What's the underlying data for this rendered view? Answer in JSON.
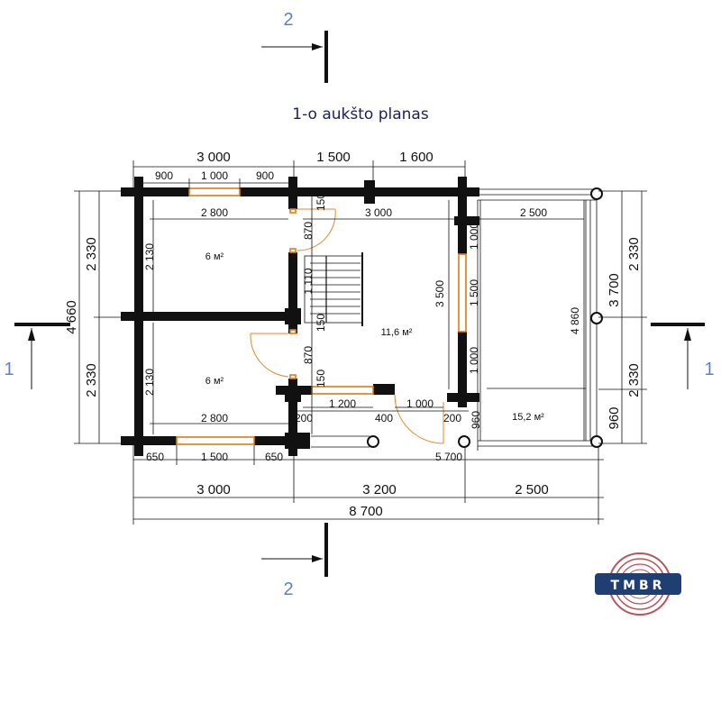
{
  "plan_title": "1-o aukšto planas",
  "section_marks": {
    "top": "2",
    "bottom": "2",
    "left": "1",
    "right": "1"
  },
  "rooms": [
    {
      "area": "6 м²"
    },
    {
      "area": "6 м²"
    },
    {
      "area": "11,6 м²"
    },
    {
      "area": "15,2 м²"
    }
  ],
  "dims_top": {
    "overall": [
      "3 000",
      "1 500",
      "1 600"
    ],
    "windows": [
      "900",
      "1 000",
      "900"
    ]
  },
  "dims_inner": {
    "room_a_width": "2 800",
    "hall_width": "3 000",
    "terrace_width": "2 500",
    "room_a_depth": "2 130",
    "room_b_depth": "2 130",
    "room_b_width": "2 800",
    "door_top_gap": "150",
    "door_top_w": "870",
    "stair_w": "1 110",
    "stair_gap": "150",
    "door_mid_w": "870",
    "door_low_gap": "150",
    "partition": "1 200",
    "door_out": "1 000",
    "hall_depth": "3 500",
    "win_side_top": "1 000",
    "win_side": "1 500",
    "win_side_bot": "1 000",
    "terrace_depth": "4 860",
    "p200a": "200",
    "p400": "400",
    "p200b": "200",
    "p960": "960"
  },
  "dims_left": {
    "overall": "4 660",
    "upper": "2 330",
    "lower": "2 330"
  },
  "dims_right": {
    "upper": "2 330",
    "mid": "3 700",
    "lower": "2 330",
    "bottom": "960"
  },
  "dims_bottom": {
    "windows": [
      "650",
      "1 500",
      "650"
    ],
    "terrace_len": "5 700",
    "segments": [
      "3 000",
      "3 200",
      "2 500"
    ],
    "overall": "8 700"
  },
  "logo": {
    "text": "TMBR",
    "color": "#1f3f73",
    "ring_color": "#b8555a"
  }
}
